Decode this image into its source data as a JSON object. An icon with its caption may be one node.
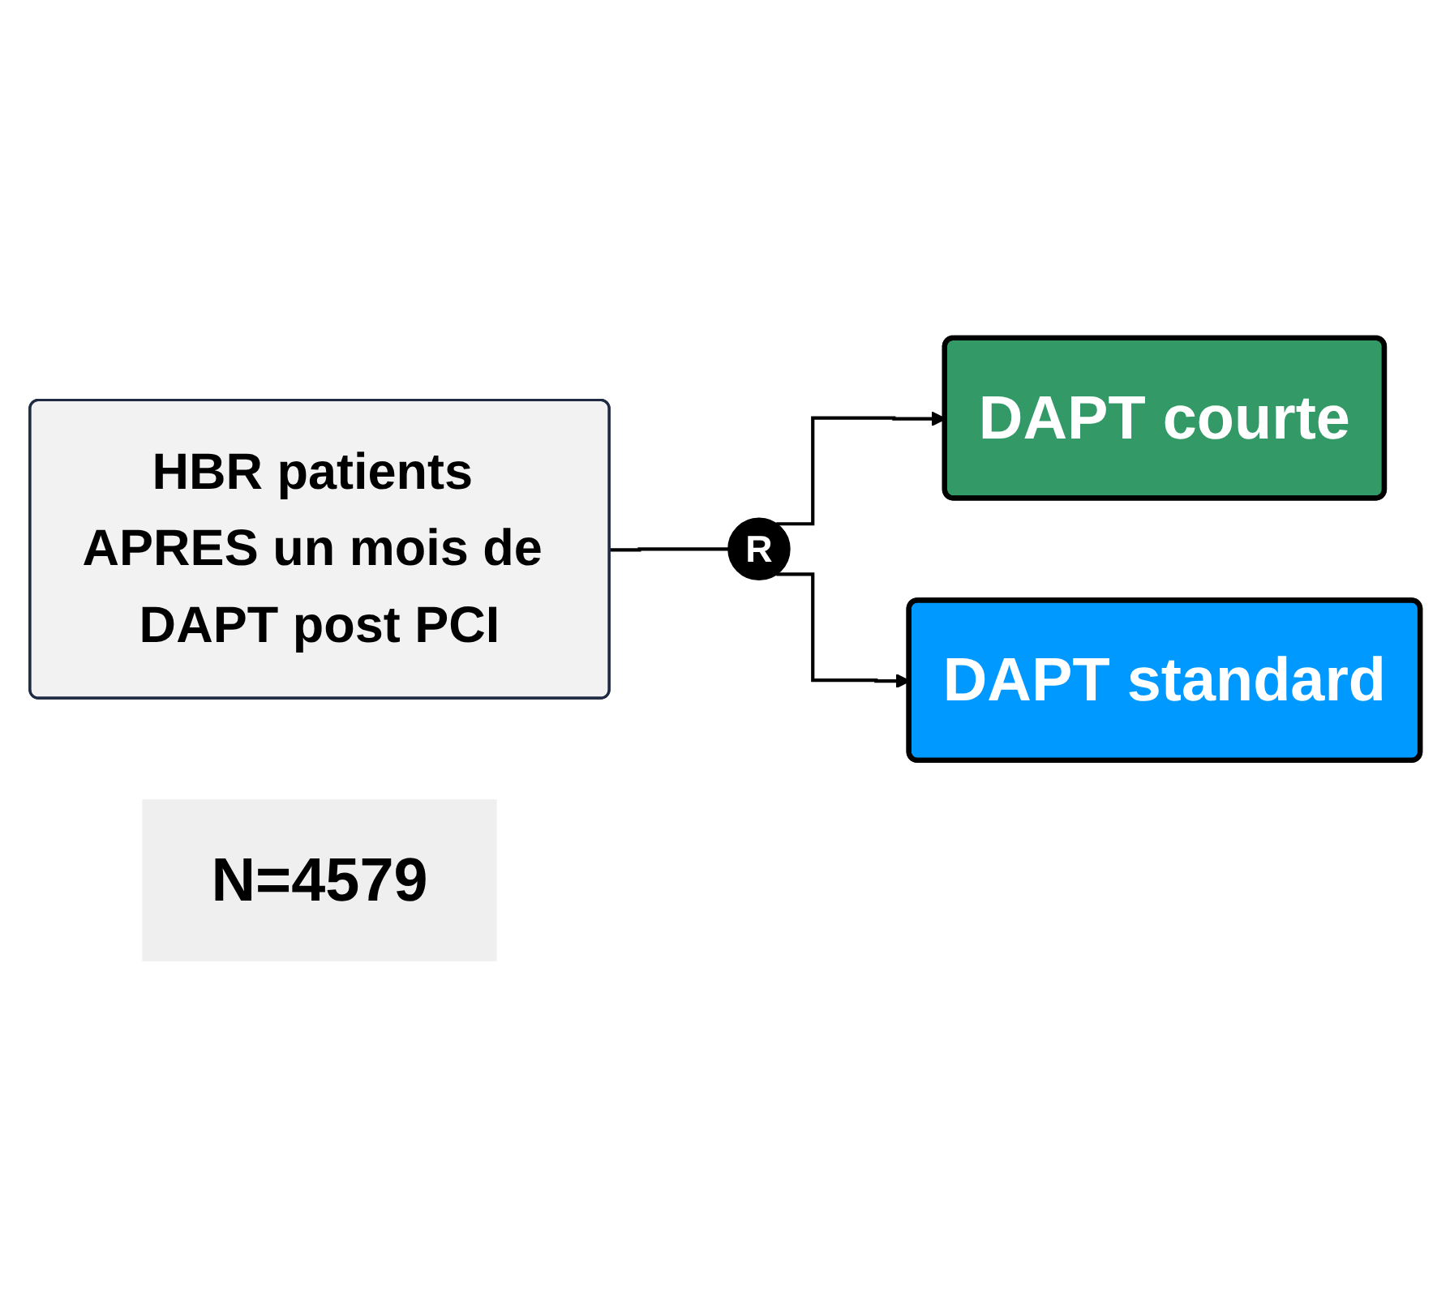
{
  "diagram": {
    "nodes": [
      {
        "text": [
          "HBR patients APRES un mois de DAPT post PCI"
        ]
      },
      {
        "text": [
          "R"
        ]
      },
      {
        "text": [
          "DAPT courte"
        ]
      },
      {
        "text": [
          "DAPT  standard"
        ]
      },
      {
        "text": [
          "N=4579"
        ]
      }
    ],
    "edges": [
      {
        "from": 0,
        "to": 1,
        "arrow": "none"
      },
      {
        "from": 1,
        "to": 2,
        "arrow": "to"
      },
      {
        "from": 1,
        "to": 3,
        "arrow": "to"
      }
    ]
  }
}
